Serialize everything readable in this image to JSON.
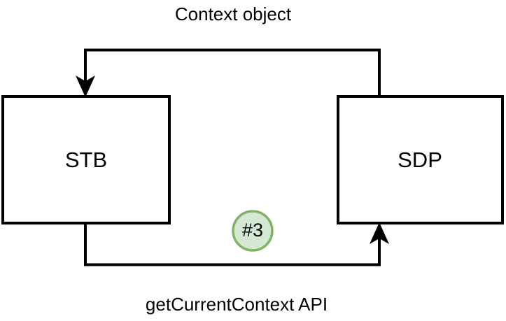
{
  "diagram": {
    "title_text": "Context object",
    "nodes": [
      {
        "id": "stb",
        "label": "STB"
      },
      {
        "id": "sdp",
        "label": "SDP"
      }
    ],
    "edges": [
      {
        "id": "context-object-edge",
        "label": "Context object",
        "from": "sdp",
        "to": "stb",
        "direction": "right-to-left",
        "arrow_position": "top"
      },
      {
        "id": "getcurrentcontext-edge",
        "label": "getCurrentContext API",
        "from": "stb",
        "to": "sdp",
        "direction": "left-to-right",
        "arrow_position": "bottom"
      }
    ],
    "badges": [
      {
        "id": "step-3-badge",
        "label": "#3",
        "fill_color": "#d5e8d4",
        "border_color": "#82b366"
      }
    ],
    "colors": {
      "background": "#ffffff",
      "stroke": "#000000",
      "box_fill": "#ffffff",
      "badge_fill": "#d5e8d4",
      "badge_stroke": "#82b366"
    }
  }
}
